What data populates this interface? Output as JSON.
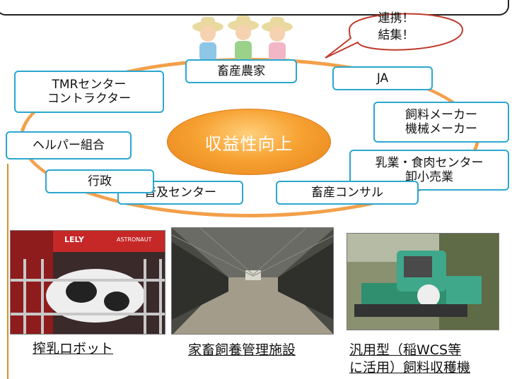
{
  "bubble": {
    "text": "連携！\n結集！"
  },
  "center": {
    "label": "収益性向上"
  },
  "nodes": {
    "farmers": "畜産農家",
    "ja": "JA",
    "feed_maker": "飼料メーカー\n機械メーカー",
    "dairy_meat": "乳業・食肉センター\n卸小売業",
    "consultant": "畜産コンサル",
    "extension": "普及センター",
    "admin": "行政",
    "helper": "ヘルパー組合",
    "tmr": "TMRセンター\nコントラクター"
  },
  "photos": {
    "robot_caption": "搾乳ロボット",
    "barn_caption": "家畜飼養管理施設",
    "harvester_caption": "汎用型（稲WCS等\nに活用）飼料収穫機",
    "robot_brand": "LELY",
    "robot_model": "ASTRONAUT"
  }
}
